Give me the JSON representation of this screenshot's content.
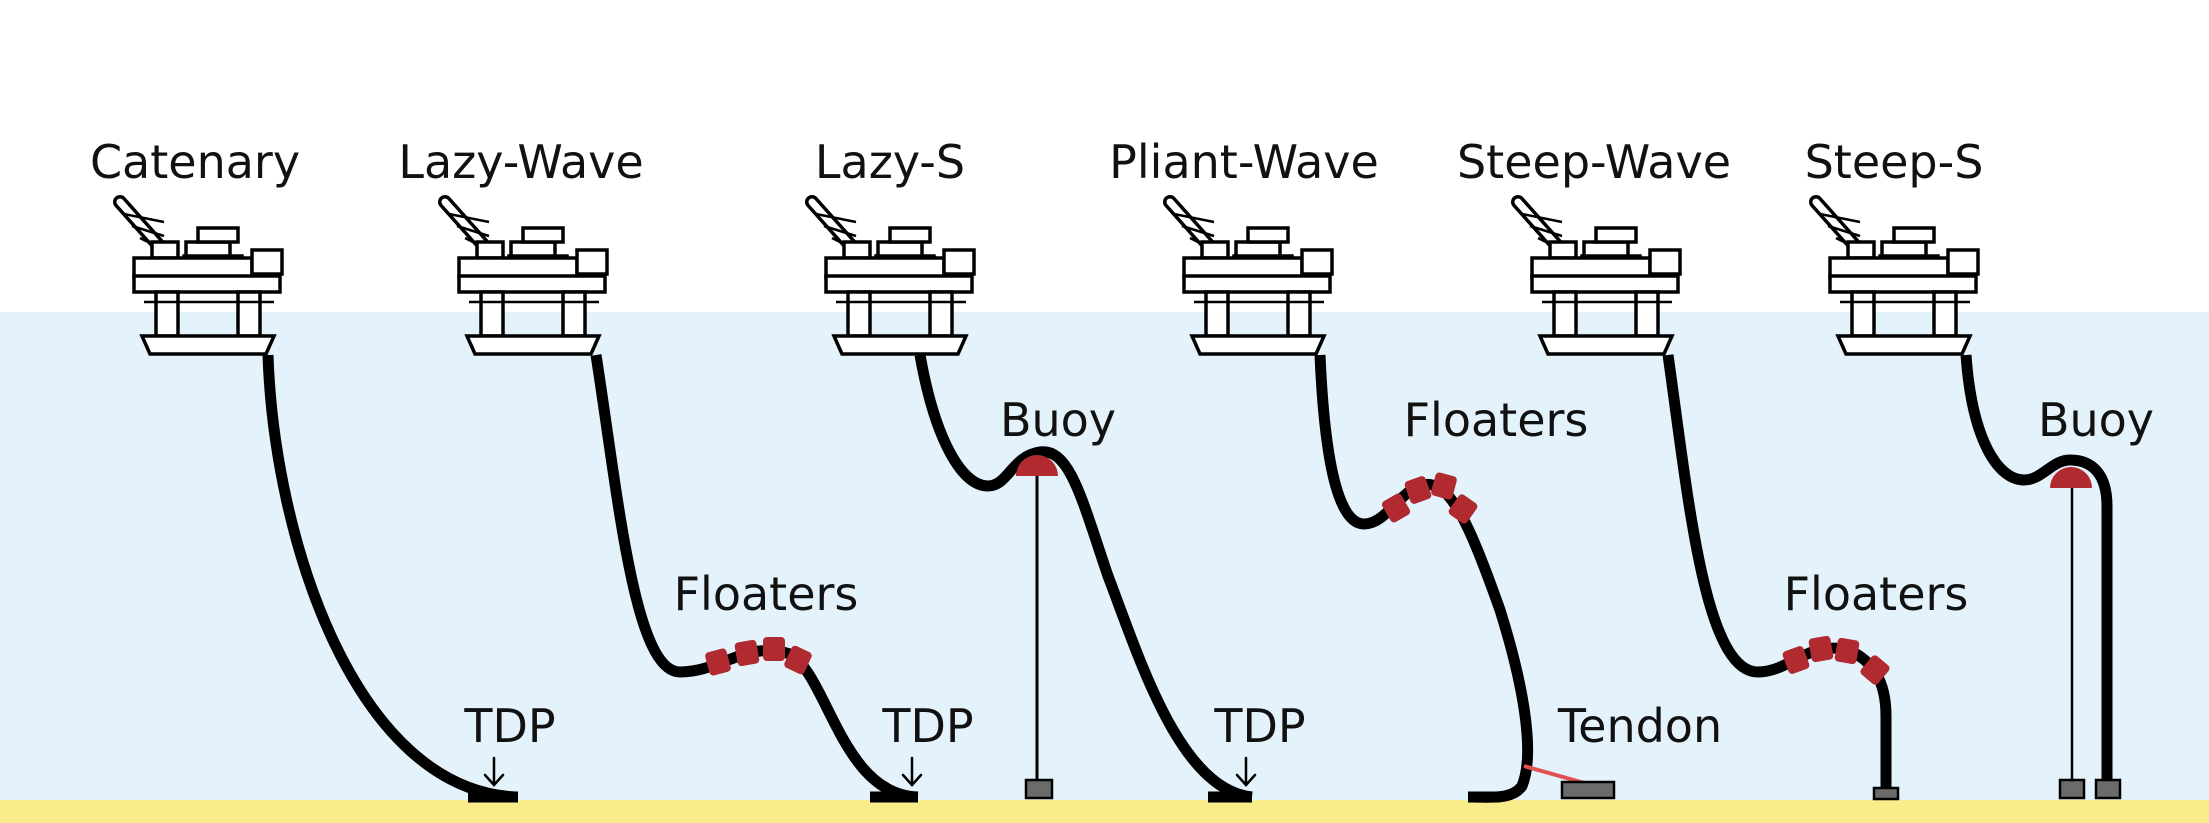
{
  "configurations": [
    {
      "title": "Catenary"
    },
    {
      "title": "Lazy-Wave"
    },
    {
      "title": "Lazy-S"
    },
    {
      "title": "Pliant-Wave"
    },
    {
      "title": "Steep-Wave"
    },
    {
      "title": "Steep-S"
    }
  ],
  "labels": {
    "buoy": "Buoy",
    "floaters": "Floaters",
    "tdp": "TDP",
    "tendon": "Tendon"
  },
  "colors": {
    "sky": "#ffffff",
    "water": "#e3f2fb",
    "seabed": "#f9ec8a",
    "riser": "#000000",
    "buoyancy": "#b02a30",
    "tendon": "#e05252",
    "anchor": "#6b6b6b"
  }
}
